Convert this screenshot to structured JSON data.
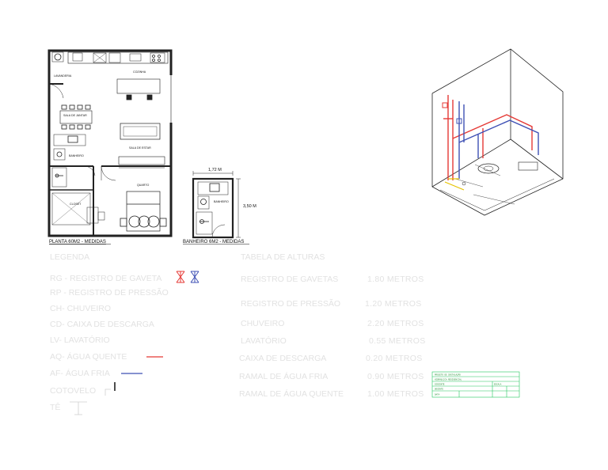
{
  "plan": {
    "title": "PLANTA 60M2 - MEDIDAS",
    "rooms": {
      "lavanderia": "LAVANDERIA",
      "cozinha": "COZINHA",
      "sala_jantar": "SALA DE JANTAR",
      "sala_estar": "SALA DE ESTAR",
      "banheiro": "BANHEIRO",
      "closet": "CLOSET",
      "quarto": "QUARTO"
    }
  },
  "bathroom": {
    "title": "BANHEIRO 6M2 - MEDIDAS",
    "width_label": "1,72 M",
    "height_label": "3,50 M",
    "room_label": "BANHEIRO"
  },
  "legend": {
    "title": "LEGENDA",
    "items": [
      "RG - REGISTRO DE GAVETA",
      "RP - REGISTRO DE PRESSÃO",
      "CH- CHUVEIRO",
      "CD- CAIXA DE DESCARGA",
      "LV- LAVATÓRIO",
      "AQ-  ÁGUA QUENTE",
      "AF-  ÁGUA FRIA",
      "COTOVELO",
      "TÊ"
    ],
    "colors": {
      "hot": "#e53935",
      "cold": "#3f51b5"
    }
  },
  "heights": {
    "title": "TABELA DE ALTURAS",
    "rows": [
      {
        "label": "REGISTRO DE GAVETAS",
        "value": "1.80 METROS"
      },
      {
        "label": "REGISTRO DE PRESSÃO",
        "value": "1.20 METROS"
      },
      {
        "label": "CHUVEIRO",
        "value": "2.20 METROS"
      },
      {
        "label": "LAVATÓRIO",
        "value": "0.55  METROS"
      },
      {
        "label": "CAIXA DE DESCARGA",
        "value": "0.20  METROS"
      },
      {
        "label": "RAMAL DE ÁGUA FRIA",
        "value": "0.90  METROS"
      },
      {
        "label": "RAMAL DE ÁGUA QUENTE",
        "value": "1.00  METROS"
      }
    ]
  },
  "stamp": {
    "line1": "PROJETO DE INSTALAÇÃO",
    "line2": "HIDRÁULICA RESIDENCIAL",
    "line3": "DISCENTE",
    "line4": "DOCENTE",
    "line5": "ESCALA",
    "line6": "DATA",
    "color": "#22c55e"
  }
}
